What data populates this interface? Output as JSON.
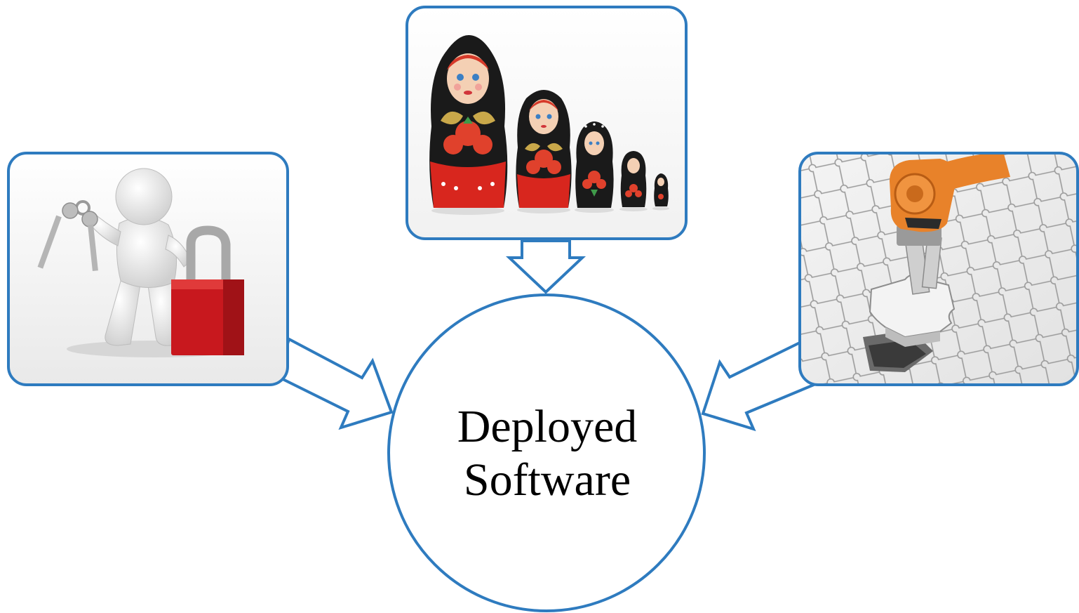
{
  "center": {
    "line1": "Deployed",
    "line2": "Software"
  },
  "nodes": [
    {
      "name": "security-node",
      "icon": "person-with-keys-and-padlock-icon"
    },
    {
      "name": "nesting-dolls-node",
      "icon": "matryoshka-dolls-icon"
    },
    {
      "name": "integration-node",
      "icon": "robot-arm-puzzle-piece-icon"
    }
  ],
  "colors": {
    "outline": "#2E7BBF",
    "padlock": "#C8181E",
    "robot": "#E8822A",
    "doll_red": "#D8261E",
    "doll_black": "#1A1A1A"
  }
}
